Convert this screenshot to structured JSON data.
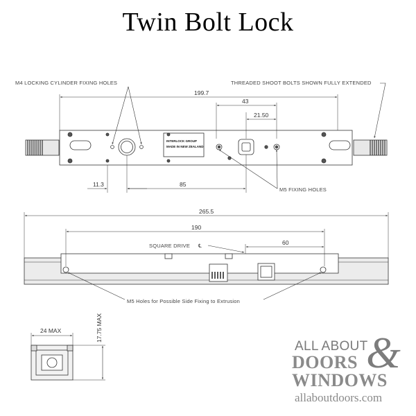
{
  "title": "Twin Bolt Lock",
  "labels": {
    "m4_holes": "M4 LOCKING CYLINDER FIXING HOLES",
    "threaded_bolts": "THREADED SHOOT BOLTS SHOWN FULLY EXTENDED",
    "m5_fixing": "M5 FIXING HOLES",
    "square_drive": "SQUARE DRIVE",
    "m5_side": "M5 Holes for Possible Side Fixing to Extrusion",
    "plate_line1": "INTERLOCK GROUP",
    "plate_line2": "MADE IN NEW ZEALAND"
  },
  "dimensions": {
    "d1997": "199.7",
    "d43": "43",
    "d2150": "21.50",
    "d113": "11.3",
    "d85": "85",
    "d2655": "265.5",
    "d190": "190",
    "d60": "60",
    "d24": "24 MAX",
    "d1775": "17.75 MAX"
  },
  "logo": {
    "line1": "ALL ABOUT",
    "line2": "DOORS",
    "line3": "WINDOWS",
    "amp": "&",
    "url": "allaboutdoors.com"
  }
}
